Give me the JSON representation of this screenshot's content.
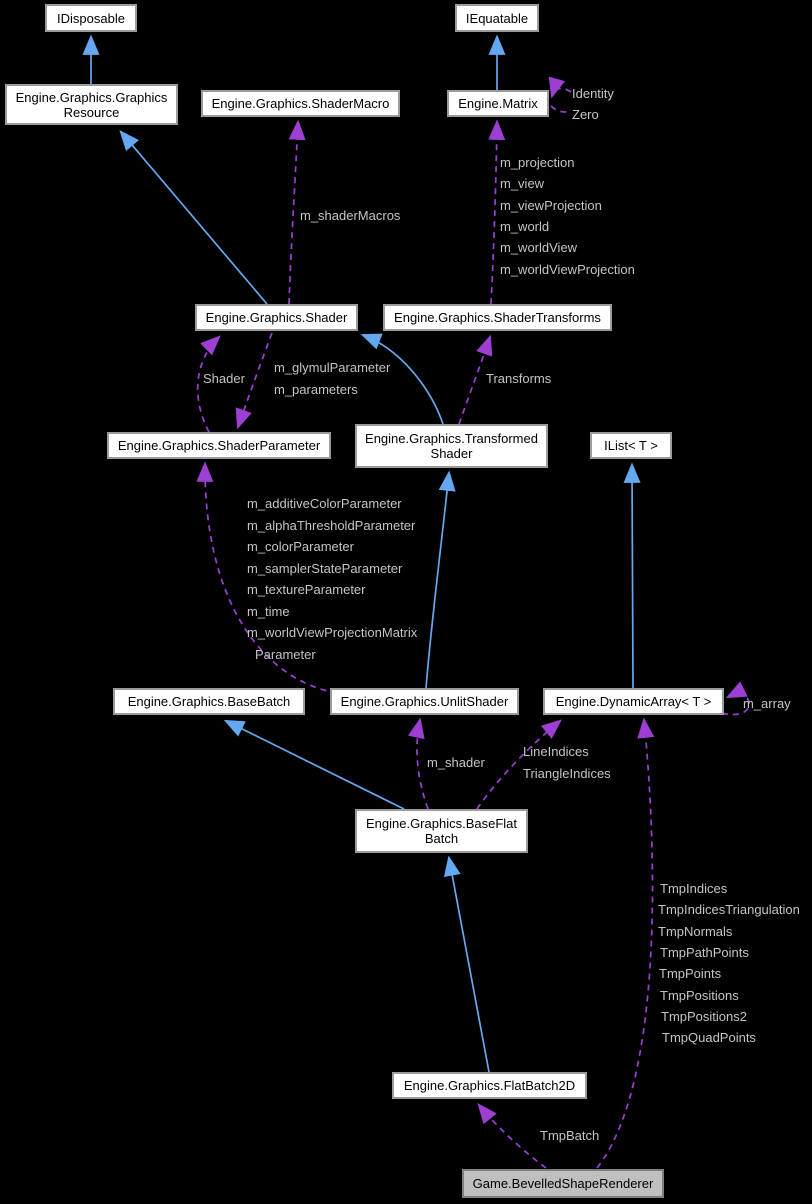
{
  "diagram": {
    "type": "class-collaboration-diagram",
    "colors": {
      "background": "#000000",
      "inheritance_edge": "#64a8f0",
      "usage_edge": "#9e3fd3",
      "node_fill": "#ffffff",
      "node_border": "#9b9b9b",
      "focal_node_fill": "#bfbfbf",
      "edge_label_text": "#c4c4c4"
    },
    "nodes": [
      {
        "id": "idisposable",
        "line1": "IDisposable"
      },
      {
        "id": "iequatable",
        "line1": "IEquatable"
      },
      {
        "id": "graphics-resource",
        "line1": "Engine.Graphics.Graphics",
        "line2": "Resource"
      },
      {
        "id": "shader-macro",
        "line1": "Engine.Graphics.ShaderMacro"
      },
      {
        "id": "matrix",
        "line1": "Engine.Matrix"
      },
      {
        "id": "shader",
        "line1": "Engine.Graphics.Shader"
      },
      {
        "id": "shader-transforms",
        "line1": "Engine.Graphics.ShaderTransforms"
      },
      {
        "id": "shader-parameter",
        "line1": "Engine.Graphics.ShaderParameter"
      },
      {
        "id": "transformed-shader",
        "line1": "Engine.Graphics.Transformed",
        "line2": "Shader"
      },
      {
        "id": "ilist",
        "line1": "IList< T >"
      },
      {
        "id": "base-batch",
        "line1": "Engine.Graphics.BaseBatch"
      },
      {
        "id": "unlit-shader",
        "line1": "Engine.Graphics.UnlitShader"
      },
      {
        "id": "dynamic-array",
        "line1": "Engine.DynamicArray< T >"
      },
      {
        "id": "base-flat-batch",
        "line1": "Engine.Graphics.BaseFlat",
        "line2": "Batch"
      },
      {
        "id": "flat-batch-2d",
        "line1": "Engine.Graphics.FlatBatch2D"
      },
      {
        "id": "bevelled-shape-renderer",
        "line1": "Game.BevelledShapeRenderer"
      }
    ],
    "edge_labels": [
      {
        "name": "identity",
        "text": "Identity"
      },
      {
        "name": "zero",
        "text": "Zero"
      },
      {
        "name": "m-projection",
        "text": "m_projection"
      },
      {
        "name": "m-view",
        "text": "m_view"
      },
      {
        "name": "m-viewprojection",
        "text": "m_viewProjection"
      },
      {
        "name": "m-world",
        "text": "m_world"
      },
      {
        "name": "m-worldview",
        "text": "m_worldView"
      },
      {
        "name": "m-worldviewprojection",
        "text": "m_worldViewProjection"
      },
      {
        "name": "m-shadermacros",
        "text": "m_shaderMacros"
      },
      {
        "name": "shader",
        "text": "Shader"
      },
      {
        "name": "m-glymulparameter",
        "text": "m_glymulParameter"
      },
      {
        "name": "m-parameters",
        "text": "m_parameters"
      },
      {
        "name": "transforms",
        "text": "Transforms"
      },
      {
        "name": "m-additivecolorparameter",
        "text": "m_additiveColorParameter"
      },
      {
        "name": "m-alphathresholdparameter",
        "text": "m_alphaThresholdParameter"
      },
      {
        "name": "m-colorparameter",
        "text": "m_colorParameter"
      },
      {
        "name": "m-samplerstateparameter",
        "text": "m_samplerStateParameter"
      },
      {
        "name": "m-textureparameter",
        "text": "m_textureParameter"
      },
      {
        "name": "m-time",
        "text": "m_time"
      },
      {
        "name": "m-worldviewprojectionmatrix",
        "text": "m_worldViewProjectionMatrix"
      },
      {
        "name": "parameter",
        "text": "Parameter"
      },
      {
        "name": "m-array",
        "text": "m_array"
      },
      {
        "name": "m-shader",
        "text": "m_shader"
      },
      {
        "name": "lineindices",
        "text": "LineIndices"
      },
      {
        "name": "triangleindices",
        "text": "TriangleIndices"
      },
      {
        "name": "tmpindices",
        "text": "TmpIndices"
      },
      {
        "name": "tmpindicestriangulation",
        "text": "TmpIndicesTriangulation"
      },
      {
        "name": "tmpnormals",
        "text": "TmpNormals"
      },
      {
        "name": "tmppathpoints",
        "text": "TmpPathPoints"
      },
      {
        "name": "tmppoints",
        "text": "TmpPoints"
      },
      {
        "name": "tmppositions",
        "text": "TmpPositions"
      },
      {
        "name": "tmppositions2",
        "text": "TmpPositions2"
      },
      {
        "name": "tmpquadpoints",
        "text": "TmpQuadPoints"
      },
      {
        "name": "tmpbatch",
        "text": "TmpBatch"
      }
    ]
  }
}
